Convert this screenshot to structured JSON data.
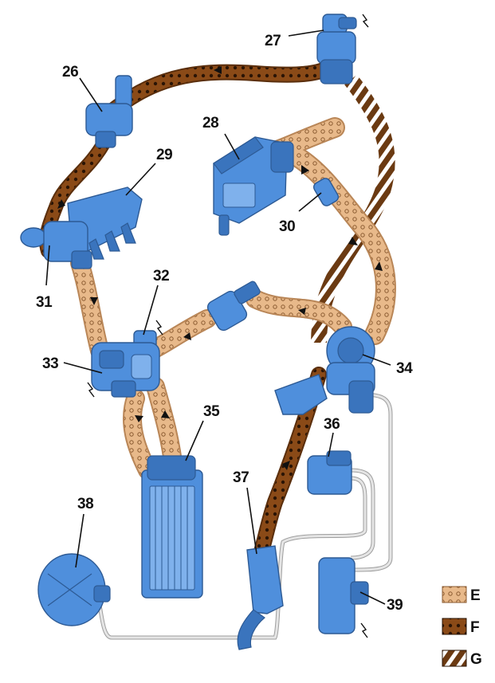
{
  "callouts": {
    "n26": "26",
    "n27": "27",
    "n28": "28",
    "n29": "29",
    "n30": "30",
    "n31": "31",
    "n32": "32",
    "n33": "33",
    "n34": "34",
    "n35": "35",
    "n36": "36",
    "n37": "37",
    "n38": "38",
    "n39": "39"
  },
  "legend": [
    {
      "key": "E",
      "pattern": "light-dotted",
      "color": "#e8b98a"
    },
    {
      "key": "F",
      "pattern": "dark-dotted",
      "color": "#8a4a17"
    },
    {
      "key": "G",
      "pattern": "striped",
      "color": "#6b3a12"
    }
  ],
  "colors": {
    "component": "#4f8fdc",
    "intake_air": "#e8b98a",
    "exhaust": "#8a4a17",
    "egr": "#6b3a12",
    "vacuum_line": "#c8c8c8"
  }
}
